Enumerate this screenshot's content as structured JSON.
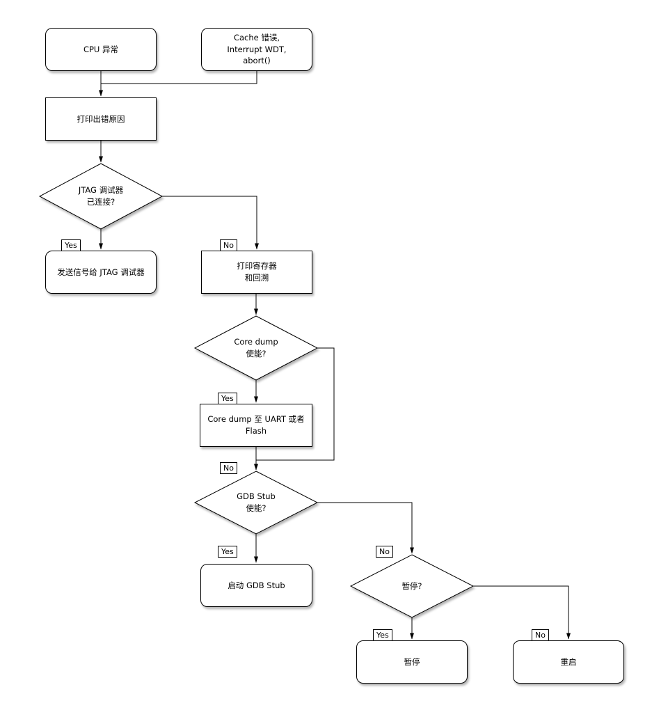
{
  "diagram": {
    "nodes": {
      "cpu_exception": "CPU 异常",
      "cache_error": "Cache 错误,\nInterrupt WDT,\nabort()",
      "print_cause": "打印出错原因",
      "jtag_connected": "JTAG 调试器\n已连接?",
      "send_signal_jtag": "发送信号给 JTAG 调试器",
      "print_registers": "打印寄存器\n和回溯",
      "core_dump_enabled": "Core dump\n使能?",
      "core_dump_uart_flash": "Core dump 至 UART 或者 Flash",
      "gdb_stub_enabled": "GDB Stub\n使能?",
      "start_gdb_stub": "启动 GDB Stub",
      "halt_q": "暂停?",
      "halt": "暂停",
      "reboot": "重启"
    },
    "branch_labels": {
      "yes": "Yes",
      "no": "No"
    }
  }
}
